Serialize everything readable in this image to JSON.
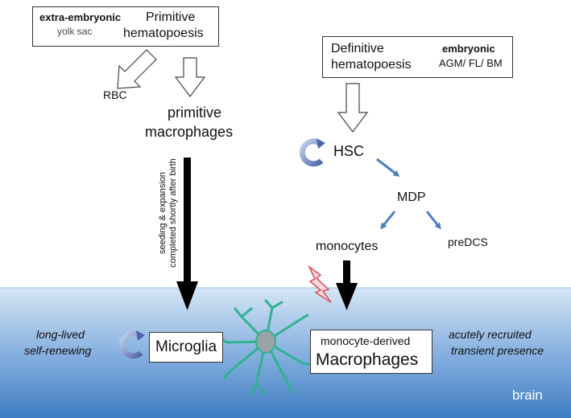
{
  "primitive": {
    "location_bold": "extra-embryonic",
    "location_sub": "yolk sac",
    "title_line1": "Primitive",
    "title_line2": "hematopoesis"
  },
  "definitive": {
    "title_line1": "Definitive",
    "title_line2": "hematopoesis",
    "location_bold": "embryonic",
    "location_sub": "AGM/ FL/ BM"
  },
  "nodes": {
    "rbc": "RBC",
    "primitive_macrophages_line1": "primitive",
    "primitive_macrophages_line2": "macrophages",
    "hsc": "HSC",
    "mdp": "MDP",
    "monocytes": "monocytes",
    "predcs": "preDCS"
  },
  "seeding_label_line1": "seeding & expansion",
  "seeding_label_line2": "completed shortly after birth",
  "brain": {
    "label": "brain",
    "microglia": "Microglia",
    "macrophages_sub": "monocyte-derived",
    "macrophages_main": "Macrophages",
    "left_note_line1": "long-lived",
    "left_note_line2": "self-renewing",
    "right_note_line1": "acutely recruited",
    "right_note_line2": "transient presence"
  },
  "colors": {
    "brain_top": "#cfe0f3",
    "brain_bottom": "#4a86c8",
    "blue_arrow": "#4a7fc0",
    "renew_icon": "#5a78b8",
    "microglia_cell": "#2fb38f",
    "lightning": "#e04a5a"
  }
}
